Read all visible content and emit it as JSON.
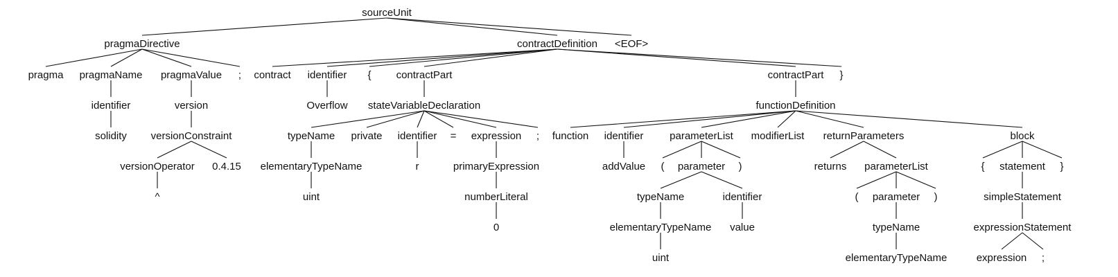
{
  "parse_tree": {
    "nodes": [
      {
        "id": "n0",
        "label": "sourceUnit"
      },
      {
        "id": "n1",
        "label": "pragmaDirective",
        "parent": "n0"
      },
      {
        "id": "n2",
        "label": "contractDefinition",
        "parent": "n0"
      },
      {
        "id": "n3",
        "label": "<EOF>",
        "parent": "n0"
      },
      {
        "id": "n4",
        "label": "pragma",
        "parent": "n1"
      },
      {
        "id": "n5",
        "label": "pragmaName",
        "parent": "n1"
      },
      {
        "id": "n6",
        "label": "pragmaValue",
        "parent": "n1"
      },
      {
        "id": "n7",
        "label": ";",
        "parent": "n1"
      },
      {
        "id": "n8",
        "label": "identifier",
        "parent": "n5"
      },
      {
        "id": "n9",
        "label": "solidity",
        "parent": "n8"
      },
      {
        "id": "n10",
        "label": "version",
        "parent": "n6"
      },
      {
        "id": "n11",
        "label": "versionConstraint",
        "parent": "n10"
      },
      {
        "id": "n12",
        "label": "versionOperator",
        "parent": "n11"
      },
      {
        "id": "n13",
        "label": "0.4.15",
        "parent": "n11"
      },
      {
        "id": "n14",
        "label": "^",
        "parent": "n12"
      },
      {
        "id": "n15",
        "label": "contract",
        "parent": "n2"
      },
      {
        "id": "n16",
        "label": "identifier",
        "parent": "n2"
      },
      {
        "id": "n17",
        "label": "{",
        "parent": "n2"
      },
      {
        "id": "n18",
        "label": "contractPart",
        "parent": "n2"
      },
      {
        "id": "n19",
        "label": "contractPart",
        "parent": "n2"
      },
      {
        "id": "n20",
        "label": "}",
        "parent": "n2"
      },
      {
        "id": "n21",
        "label": "Overflow",
        "parent": "n16"
      },
      {
        "id": "n22",
        "label": "stateVariableDeclaration",
        "parent": "n18"
      },
      {
        "id": "n23",
        "label": "typeName",
        "parent": "n22"
      },
      {
        "id": "n24",
        "label": "private",
        "parent": "n22"
      },
      {
        "id": "n25",
        "label": "identifier",
        "parent": "n22"
      },
      {
        "id": "n26",
        "label": "=",
        "parent": "n22"
      },
      {
        "id": "n27",
        "label": "expression",
        "parent": "n22"
      },
      {
        "id": "n28",
        "label": ";",
        "parent": "n22"
      },
      {
        "id": "n29",
        "label": "elementaryTypeName",
        "parent": "n23"
      },
      {
        "id": "n30",
        "label": "uint",
        "parent": "n29"
      },
      {
        "id": "n31",
        "label": "r",
        "parent": "n25"
      },
      {
        "id": "n32",
        "label": "primaryExpression",
        "parent": "n27"
      },
      {
        "id": "n33",
        "label": "numberLiteral",
        "parent": "n32"
      },
      {
        "id": "n34",
        "label": "0",
        "parent": "n33"
      },
      {
        "id": "n35",
        "label": "functionDefinition",
        "parent": "n19"
      },
      {
        "id": "n36",
        "label": "function",
        "parent": "n35"
      },
      {
        "id": "n37",
        "label": "identifier",
        "parent": "n35"
      },
      {
        "id": "n38",
        "label": "parameterList",
        "parent": "n35"
      },
      {
        "id": "n39",
        "label": "modifierList",
        "parent": "n35"
      },
      {
        "id": "n40",
        "label": "returnParameters",
        "parent": "n35"
      },
      {
        "id": "n41",
        "label": "block",
        "parent": "n35"
      },
      {
        "id": "n42",
        "label": "addValue",
        "parent": "n37"
      },
      {
        "id": "n43",
        "label": "(",
        "parent": "n38"
      },
      {
        "id": "n44",
        "label": "parameter",
        "parent": "n38"
      },
      {
        "id": "n45",
        "label": ")",
        "parent": "n38"
      },
      {
        "id": "n46",
        "label": "typeName",
        "parent": "n44"
      },
      {
        "id": "n47",
        "label": "identifier",
        "parent": "n44"
      },
      {
        "id": "n48",
        "label": "elementaryTypeName",
        "parent": "n46"
      },
      {
        "id": "n49",
        "label": "value",
        "parent": "n47"
      },
      {
        "id": "n50",
        "label": "uint",
        "parent": "n48"
      },
      {
        "id": "n51",
        "label": "returns",
        "parent": "n40"
      },
      {
        "id": "n52",
        "label": "parameterList",
        "parent": "n40"
      },
      {
        "id": "n53",
        "label": "(",
        "parent": "n52"
      },
      {
        "id": "n54",
        "label": "parameter",
        "parent": "n52"
      },
      {
        "id": "n55",
        "label": ")",
        "parent": "n52"
      },
      {
        "id": "n56",
        "label": "typeName",
        "parent": "n54"
      },
      {
        "id": "n57",
        "label": "elementaryTypeName",
        "parent": "n56"
      },
      {
        "id": "n58",
        "label": "{",
        "parent": "n41"
      },
      {
        "id": "n59",
        "label": "statement",
        "parent": "n41"
      },
      {
        "id": "n60",
        "label": "}",
        "parent": "n41"
      },
      {
        "id": "n61",
        "label": "simpleStatement",
        "parent": "n59"
      },
      {
        "id": "n62",
        "label": "expressionStatement",
        "parent": "n61"
      },
      {
        "id": "n63",
        "label": "expression",
        "parent": "n62"
      },
      {
        "id": "n64",
        "label": ";",
        "parent": "n62"
      }
    ]
  },
  "colors": {
    "background": "#ffffff",
    "text": "#111111",
    "edges": "#111111"
  }
}
